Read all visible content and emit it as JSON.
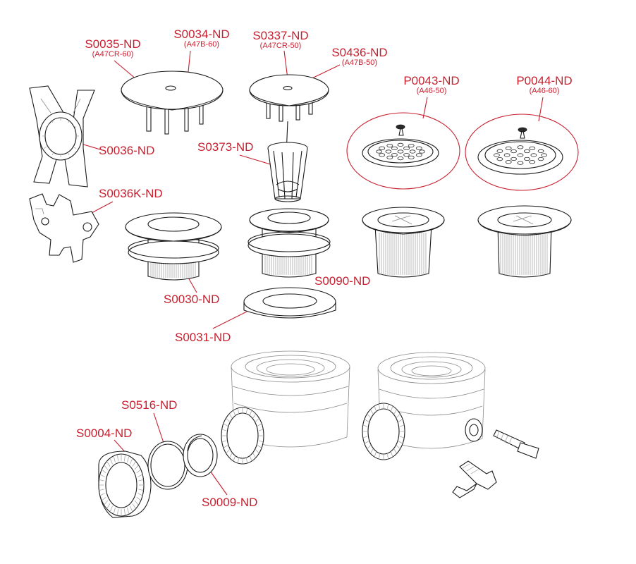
{
  "parts": [
    {
      "key": "s0035",
      "code": "S0035-ND",
      "sub": "(A47CR-60)"
    },
    {
      "key": "s0034",
      "code": "S0034-ND",
      "sub": "(A47B-60)"
    },
    {
      "key": "s0337",
      "code": "S0337-ND",
      "sub": "(A47CR-50)"
    },
    {
      "key": "s0436",
      "code": "S0436-ND",
      "sub": "(A47B-50)"
    },
    {
      "key": "p0043",
      "code": "P0043-ND",
      "sub": "(A46-50)"
    },
    {
      "key": "p0044",
      "code": "P0044-ND",
      "sub": "(A46-60)"
    },
    {
      "key": "s0036",
      "code": "S0036-ND",
      "sub": ""
    },
    {
      "key": "s0373",
      "code": "S0373-ND",
      "sub": ""
    },
    {
      "key": "s0036k",
      "code": "S0036K-ND",
      "sub": ""
    },
    {
      "key": "s0030",
      "code": "S0030-ND",
      "sub": ""
    },
    {
      "key": "s0090",
      "code": "S0090-ND",
      "sub": ""
    },
    {
      "key": "s0031",
      "code": "S0031-ND",
      "sub": ""
    },
    {
      "key": "s0516",
      "code": "S0516-ND",
      "sub": ""
    },
    {
      "key": "s0004",
      "code": "S0004-ND",
      "sub": ""
    },
    {
      "key": "s0009",
      "code": "S0009-ND",
      "sub": ""
    }
  ],
  "colors": {
    "label": "#c8202f",
    "line": "#1a1a1a",
    "background": "#ffffff"
  }
}
